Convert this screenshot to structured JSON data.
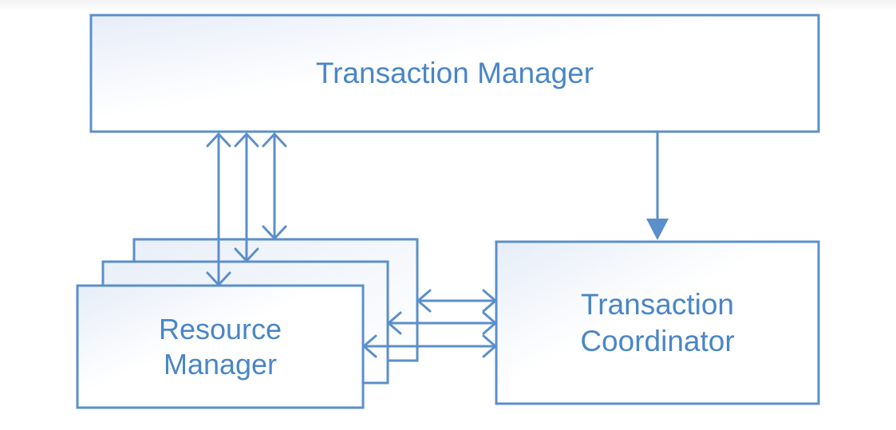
{
  "diagram": {
    "colors": {
      "stroke": "#5b8fcb",
      "text": "#4a86c6",
      "fill_light": "#ffffff",
      "fill_tint": "#eaf0f9"
    },
    "nodes": {
      "transaction_manager": {
        "label": "Transaction Manager"
      },
      "resource_manager": {
        "label_line1": "Resource",
        "label_line2": "Manager"
      },
      "transaction_coordinator": {
        "label_line1": "Transaction",
        "label_line2": "Coordinator"
      }
    },
    "edges": [
      {
        "from": "transaction_manager",
        "to": "resource_manager",
        "count": 3,
        "direction": "bidirectional"
      },
      {
        "from": "transaction_manager",
        "to": "transaction_coordinator",
        "count": 1,
        "direction": "one-way"
      },
      {
        "from": "resource_manager",
        "to": "transaction_coordinator",
        "count": 3,
        "direction": "bidirectional"
      }
    ]
  }
}
